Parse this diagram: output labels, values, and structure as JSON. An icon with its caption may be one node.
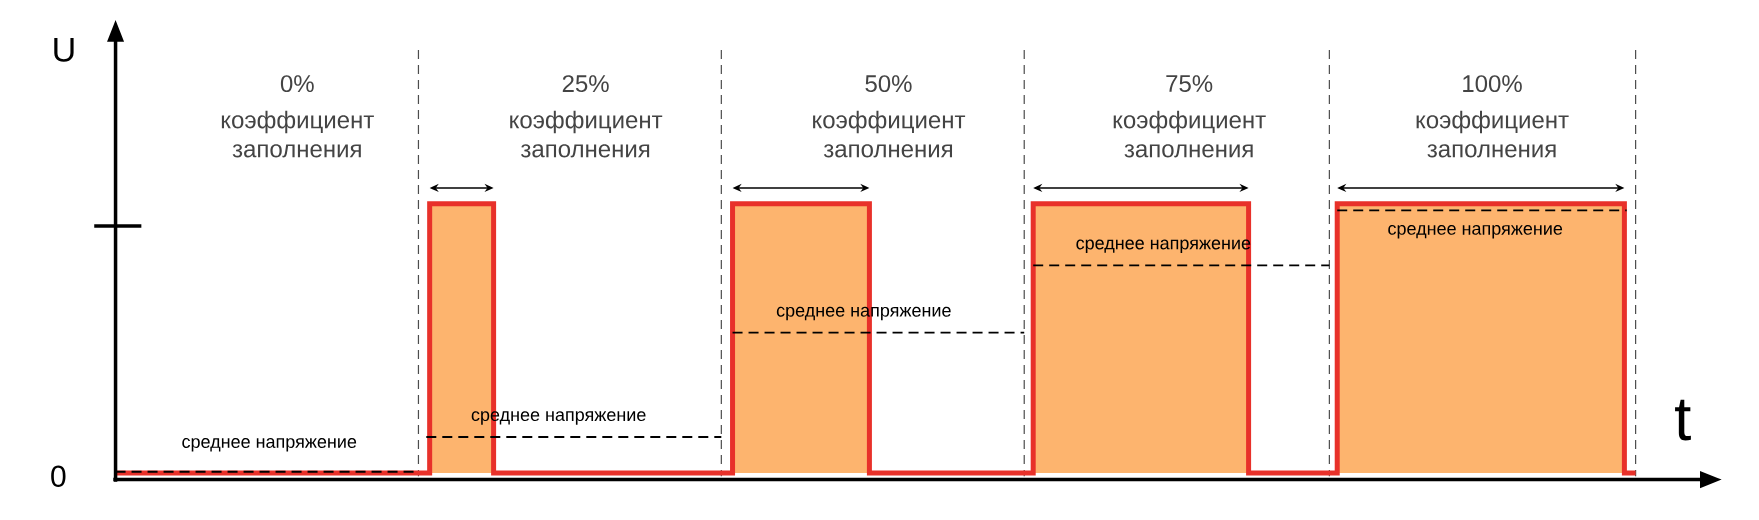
{
  "diagram": {
    "labels": [
      "U",
      "0%",
      "коэффициент заполнения",
      "25%",
      "коэффициент заполнения",
      "50%",
      "коэффициент заполнения",
      "75%",
      "коэффициент заполнения",
      "100%",
      "коэффициент заполнения",
      "среднее напряжение",
      "среднее напряжение",
      "среднее напряжение",
      "среднее напряжение",
      "среднее напряжение",
      "0",
      "t"
    ]
  }
}
